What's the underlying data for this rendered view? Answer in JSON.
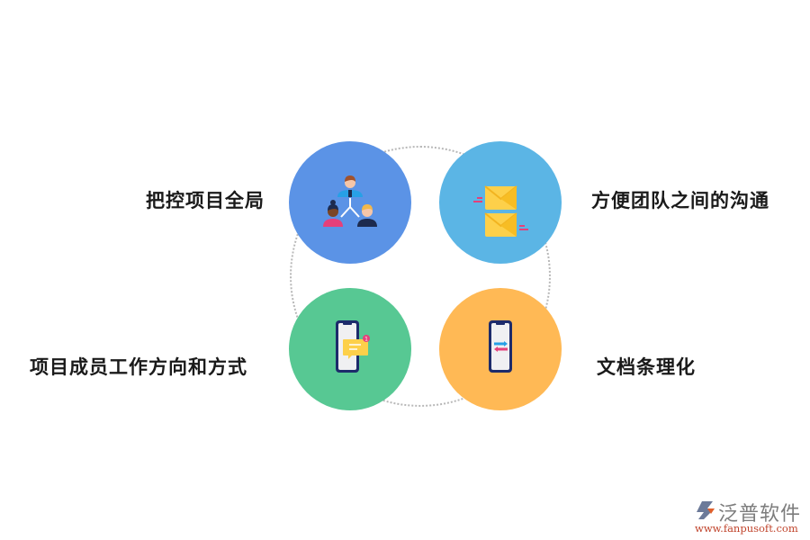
{
  "diagram": {
    "items": [
      {
        "label": "把控项目全局",
        "icon": "team-hierarchy-icon",
        "color": "#5b93e6"
      },
      {
        "label": "方便团队之间的沟通",
        "icon": "envelopes-icon",
        "color": "#5bb5e5"
      },
      {
        "label": "项目成员工作方向和方式",
        "icon": "phone-message-icon",
        "color": "#57c893",
        "badge": "1"
      },
      {
        "label": "文档条理化",
        "icon": "phone-transfer-icon",
        "color": "#ffb955"
      }
    ]
  },
  "logo": {
    "name": "泛普软件",
    "url": "www.fanpusoft.com"
  }
}
